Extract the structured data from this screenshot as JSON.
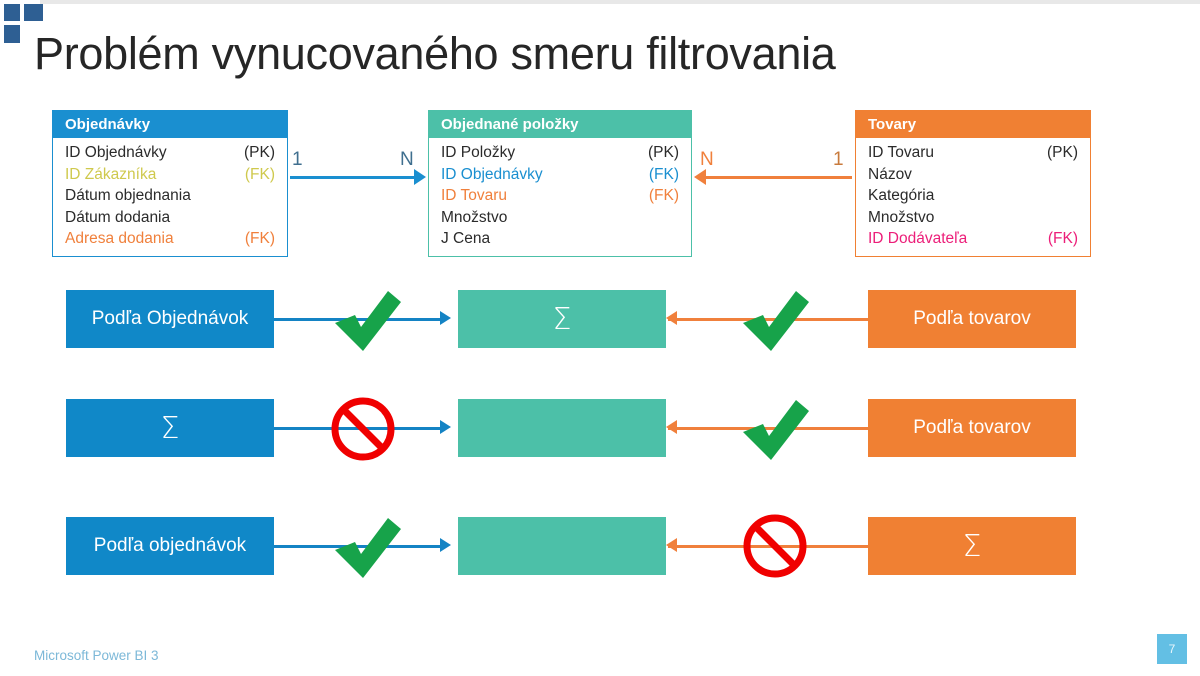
{
  "slide": {
    "title": "Problém vynucovaného smeru filtrovania",
    "footer": "Microsoft Power BI 3",
    "number": "7",
    "logo_name": "powerpoint-squares-logo"
  },
  "colors": {
    "blue": "#1a8fd0",
    "green": "#4cc0a8",
    "orange": "#f08033",
    "olive": "#cfc94d",
    "pink": "#ec1e79",
    "check_green": "#17a34a",
    "forbidden_red": "#f00000",
    "title_text": "#262626",
    "footer_text": "#7cb8d8",
    "badge": "#63bfe4"
  },
  "er_tables": [
    {
      "id": "orders",
      "header": "Objednávky",
      "accent": "#1a8fd0",
      "fields": [
        {
          "name": "ID Objednávky",
          "key": "(PK)",
          "color": "dark"
        },
        {
          "name": "ID Zákazníka",
          "key": "(FK)",
          "color": "olive"
        },
        {
          "name": "Dátum objednania",
          "key": "",
          "color": "dark"
        },
        {
          "name": "Dátum dodania",
          "key": "",
          "color": "dark"
        },
        {
          "name": "Adresa dodania",
          "key": "(FK)",
          "color": "orange"
        }
      ]
    },
    {
      "id": "items",
      "header": "Objednané položky",
      "accent": "#4cc0a8",
      "fields": [
        {
          "name": "ID Položky",
          "key": "(PK)",
          "color": "dark"
        },
        {
          "name": "ID Objednávky",
          "key": "(FK)",
          "color": "blue"
        },
        {
          "name": "ID Tovaru",
          "key": "(FK)",
          "color": "orange"
        },
        {
          "name": "Množstvo",
          "key": "",
          "color": "dark"
        },
        {
          "name": "J Cena",
          "key": "",
          "color": "dark"
        }
      ]
    },
    {
      "id": "goods",
      "header": "Tovary",
      "accent": "#f08033",
      "fields": [
        {
          "name": "ID Tovaru",
          "key": "(PK)",
          "color": "dark"
        },
        {
          "name": "Názov",
          "key": "",
          "color": "dark"
        },
        {
          "name": "Kategória",
          "key": "",
          "color": "dark"
        },
        {
          "name": "Množstvo",
          "key": "",
          "color": "dark"
        },
        {
          "name": "ID Dodávateľa",
          "key": "(FK)",
          "color": "pink"
        }
      ]
    }
  ],
  "relationships": [
    {
      "id": "orders-to-items",
      "from_cardinality": "1",
      "to_cardinality": "N",
      "direction": "right",
      "color": "#1a8fd0"
    },
    {
      "id": "goods-to-items",
      "from_cardinality": "N",
      "to_cardinality": "1",
      "direction": "left",
      "color": "#f0803c"
    }
  ],
  "flow_rows": [
    {
      "id": "row1",
      "left_box": {
        "label": "Podľa Objednávok",
        "style": "blue"
      },
      "left_marker": "check",
      "middle_box": {
        "label": "Σ",
        "style": "green"
      },
      "right_marker": "check",
      "right_box": {
        "label": "Podľa tovarov",
        "style": "orange"
      }
    },
    {
      "id": "row2",
      "left_box": {
        "label": "Σ",
        "style": "blue"
      },
      "left_marker": "forbidden",
      "middle_box": {
        "label": "",
        "style": "green"
      },
      "right_marker": "check",
      "right_box": {
        "label": "Podľa tovarov",
        "style": "orange"
      }
    },
    {
      "id": "row3",
      "left_box": {
        "label": "Podľa objednávok",
        "style": "blue"
      },
      "left_marker": "check",
      "middle_box": {
        "label": "",
        "style": "green"
      },
      "right_marker": "forbidden",
      "right_box": {
        "label": "Σ",
        "style": "orange"
      }
    }
  ]
}
